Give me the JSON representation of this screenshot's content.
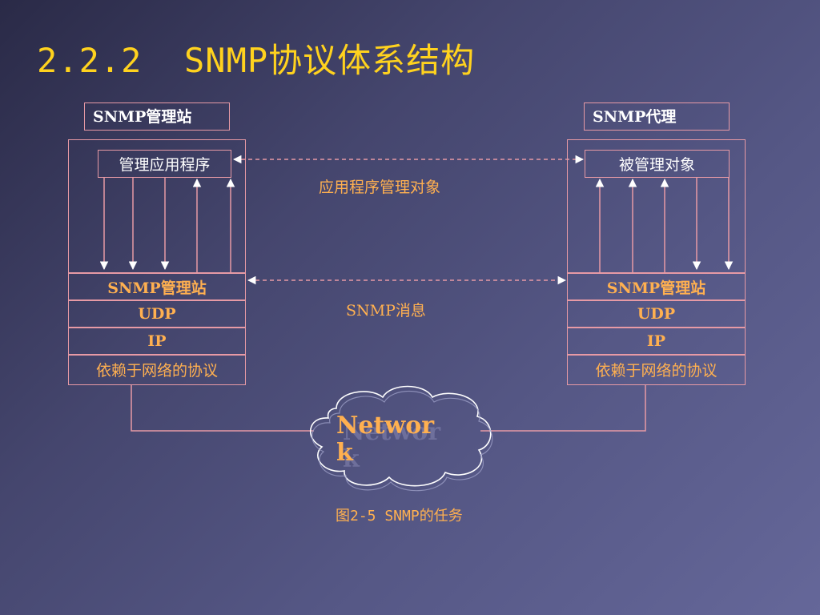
{
  "slide": {
    "title": "2.2.2  SNMP协议体系结构",
    "caption": "图2-5 SNMP的任务"
  },
  "left": {
    "header": "SNMP管理站",
    "app_box": "管理应用程序",
    "stack": [
      "SNMP管理站",
      "UDP",
      "IP",
      "依赖于网络的协议"
    ]
  },
  "right": {
    "header": "SNMP代理",
    "app_box": "被管理对象",
    "stack": [
      "SNMP管理站",
      "UDP",
      "IP",
      "依赖于网络的协议"
    ]
  },
  "middle": {
    "app_link_label": "应用程序管理对象",
    "msg_link_label": "SNMP消息",
    "network_label": "Network"
  },
  "colors": {
    "title": "#ffd21e",
    "accent": "#ffb050",
    "line": "#e79aa5",
    "header_text": "#ffffff"
  }
}
